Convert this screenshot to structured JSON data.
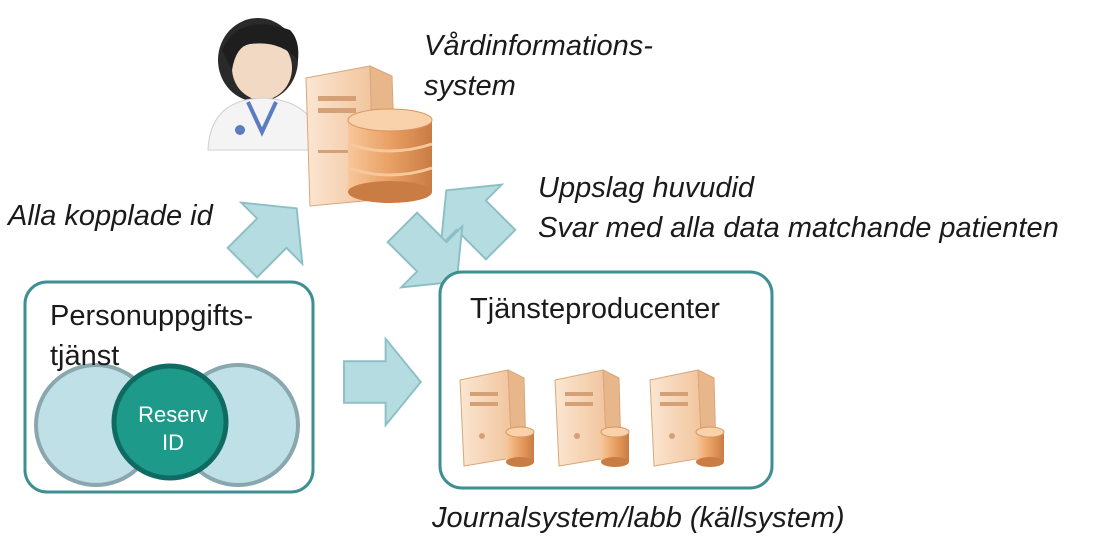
{
  "labels": {
    "vardinfo_line1": "Vårdinformations-",
    "vardinfo_line2": "system",
    "alla_kopplade": "Alla kopplade id",
    "uppslag": "Uppslag huvudid",
    "svar": "Svar med alla data matchande patienten",
    "personuppgifts_line1": "Personuppgifts-",
    "personuppgifts_line2": "tjänst",
    "tjansteproducenter": "Tjänsteproducenter",
    "journalsystem": "Journalsystem/labb (källsystem)",
    "reserv_line1": "Reserv",
    "reserv_line2": "ID"
  },
  "colors": {
    "box_border": "#3d8f93",
    "arrow_fill": "#b5dce0",
    "arrow_stroke": "#8cbfc4",
    "circle_fill": "#bfe0e6",
    "circle_stroke": "#8aa7ad",
    "reserv_fill": "#1e9a8a",
    "reserv_stroke": "#0f6b62",
    "server_fill": "#f6d3b2",
    "db_fill": "#e6a36d"
  },
  "icons": {
    "doctor": "doctor-icon",
    "main_server": "server-database-icon",
    "source_server": "server-icon"
  }
}
